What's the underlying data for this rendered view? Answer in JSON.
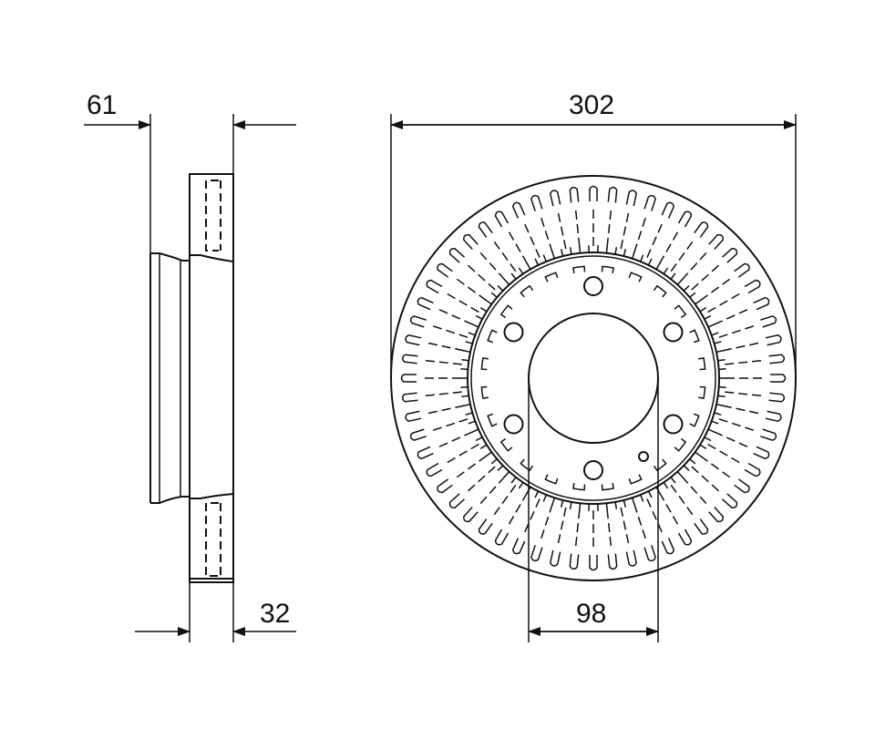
{
  "dimensions": {
    "overall_height": "61",
    "disc_thickness": "32",
    "outer_diameter": "302",
    "center_bore": "98"
  },
  "disc": {
    "bolt_holes": 6,
    "vent_slots": 60,
    "stroke_color": "#111111"
  }
}
